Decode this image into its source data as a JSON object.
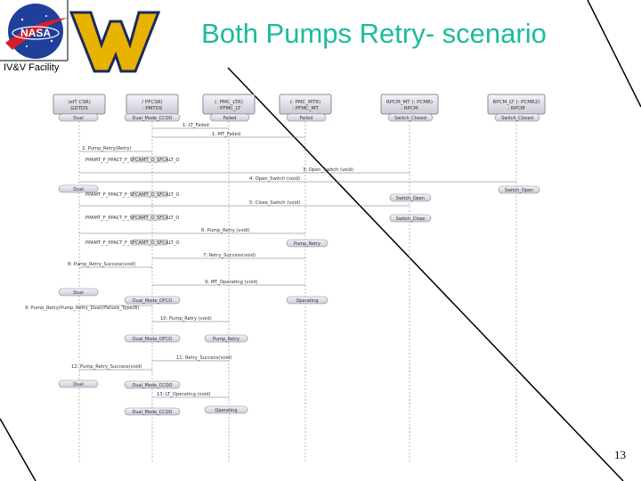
{
  "slide": {
    "title": "Both Pumps Retry- scenario",
    "facility": "IV&V Facility",
    "page_number": "13"
  },
  "logos": {
    "nasa_text": "NASA",
    "wv_text": "WV"
  },
  "lifelines": [
    {
      "label1": "(eIT CSR)",
      "label2": "GDTDS"
    },
    {
      "label1": "/ PFCSR)",
      "label2": ": PMTDS"
    },
    {
      "label1": "(: PMC_LTR)",
      "label2": ": PFMC_LT"
    },
    {
      "label1": "(: PMC_MTR)",
      "label2": ": PFMC_MT"
    },
    {
      "label1": "RPCM_MT (: PCMR)",
      "label2": ": RPCM"
    },
    {
      "label1": "RPCM_LT (: PCMR2)",
      "label2": ": RPCM"
    }
  ],
  "states": [
    {
      "text": "Dual"
    },
    {
      "text": "Dual_Mode_CCOO"
    },
    {
      "text": "Failed"
    },
    {
      "text": "Failed"
    },
    {
      "text": "Switch_Closed"
    },
    {
      "text": "Switch_Closed"
    },
    {
      "text": "Dual"
    },
    {
      "text": "Switch_Open"
    },
    {
      "text": "Switch_Open"
    },
    {
      "text": "Switch_Close"
    },
    {
      "text": "Pump_Retry"
    },
    {
      "text": "Dual"
    },
    {
      "text": "Dual_Mode_OFCO"
    },
    {
      "text": "Operating"
    },
    {
      "text": "Dual_Mode_OFCO"
    },
    {
      "text": "Pump_Retry"
    },
    {
      "text": "Dual"
    },
    {
      "text": "Dual_Mode_CCOO"
    },
    {
      "text": "Dual_Mode_CCOO"
    },
    {
      "text": "Operating"
    }
  ],
  "messages": [
    {
      "text": "1: LT_Failed"
    },
    {
      "text": "1: MT_Failed"
    },
    {
      "text": "2: Pump_Retry(Retry)"
    },
    {
      "text": "PPAMT_F_PPACT_F_SFCAMT_O_SFCALT_O"
    },
    {
      "text": "3: Open_Switch (void)"
    },
    {
      "text": "4: Open_Switch (void)"
    },
    {
      "text": "PPAMT_F_PPACT_F_SFCAMT_O_SFCALT_O"
    },
    {
      "text": "5: Close_Switch (void)"
    },
    {
      "text": "PPAMT_F_PPACT_F_SFCAMT_O_SFCALT_O"
    },
    {
      "text": "6: Pump_Retry (void)"
    },
    {
      "text": "PPAMT_F_PPACT_F_SFCAMT_O_SFCALT_O"
    },
    {
      "text": "7: Retry_Success(void)"
    },
    {
      "text": "8: Pump_Retry_Success(void)"
    },
    {
      "text": "9: MT_Operating (void)"
    },
    {
      "text": "9: Pump_Retry(Pump_Retry_Dual)/Failure_Type(B)"
    },
    {
      "text": "10: Pump_Retry (void)"
    },
    {
      "text": "11: Retry_Success(void)"
    },
    {
      "text": "12: Pump_Retry_Success(void)"
    },
    {
      "text": "13: LT_Operating (void)"
    }
  ]
}
